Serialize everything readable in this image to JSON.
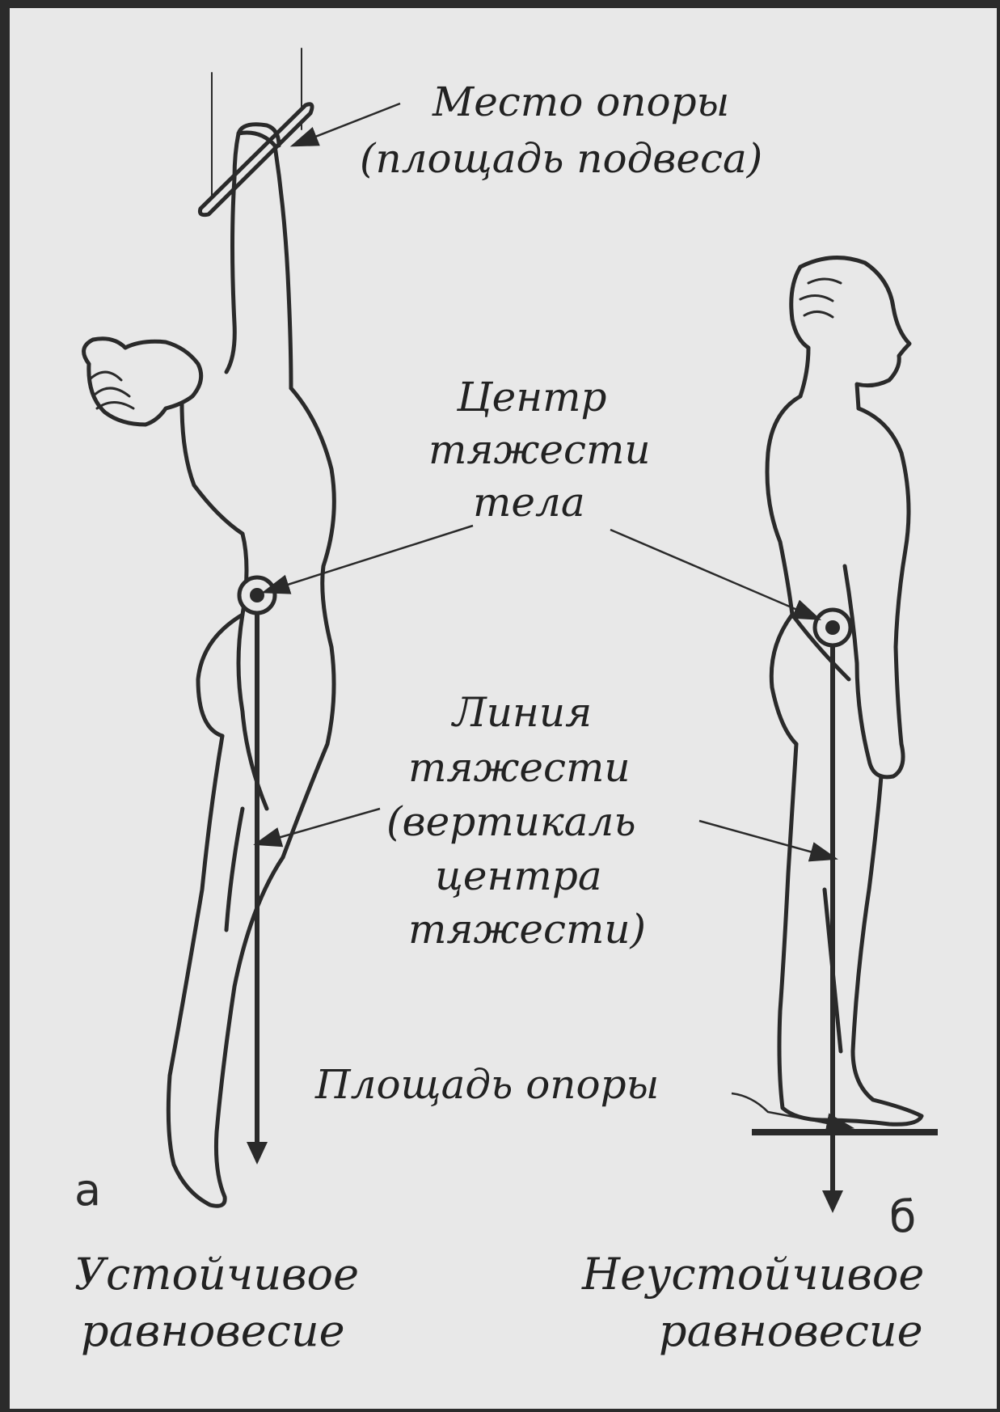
{
  "labels": {
    "suspension_point": "Место опоры",
    "suspension_area": "(площадь подвеса)",
    "center_line1": "Центр",
    "center_line2": "тяжести",
    "center_line3": "тела",
    "line_line1": "Линия",
    "line_line2": "тяжести",
    "line_line3": "(вертикаль",
    "line_line4": "центра",
    "line_line5": "тяжести)",
    "support_area": "Площадь опоры"
  },
  "panels": {
    "left_letter": "а",
    "right_letter": "б",
    "left_caption_1": "Устойчивое",
    "left_caption_2": "равновесие",
    "right_caption_1": "Неустойчивое",
    "right_caption_2": "равновесие"
  },
  "colors": {
    "background": "#e8e8e8",
    "ink": "#2a2a2a",
    "frame": "#2b2b2b"
  }
}
